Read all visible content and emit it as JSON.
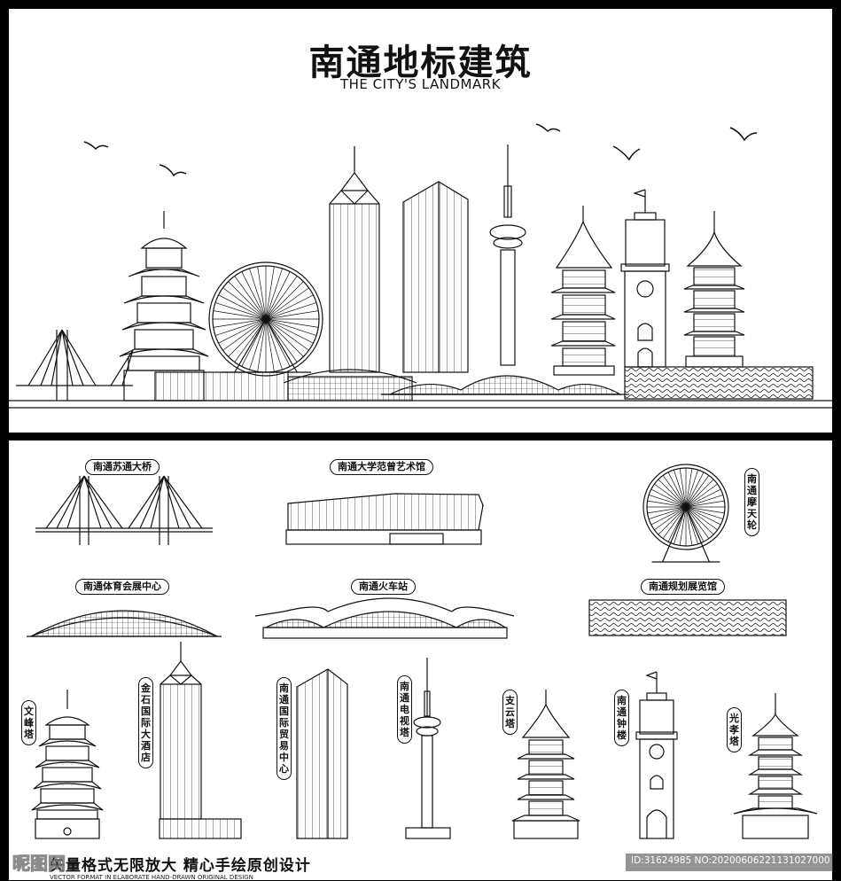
{
  "header": {
    "title": "南通地标建筑",
    "subtitle": "THE CITY'S LANDMARK"
  },
  "labels": {
    "bridge": "南通苏通大桥",
    "art_museum": "南通大学范曾艺术馆",
    "ferris_wheel": "南通摩天轮",
    "expo_center": "南通体育会展中心",
    "train_station": "南通火车站",
    "planning_hall": "南通规划展览馆",
    "wenfeng_tower": "文峰塔",
    "jinshi_hotel": "金石国际大酒店",
    "trade_center": "南通国际贸易中心",
    "tv_tower": "南通电视塔",
    "zhiyun_tower": "支云塔",
    "clock_tower": "南通钟楼",
    "guangxiao_tower": "光孝塔"
  },
  "footer": {
    "watermark": "昵图网",
    "tagline": "矢量格式无限放大 精心手绘原创设计",
    "tagline_en": "VECTOR FORMAT IN ELABORATE HAND-DRAWN ORIGINAL DESIGN",
    "id_text": "ID:31624985 NO:20200606221131027000"
  },
  "colors": {
    "line": "#111111",
    "background": "#ffffff",
    "frame": "#000000"
  },
  "icons": [
    "bird-icon",
    "pagoda-icon",
    "ferris-wheel-icon",
    "tower-icon",
    "bridge-icon",
    "clock-icon"
  ]
}
